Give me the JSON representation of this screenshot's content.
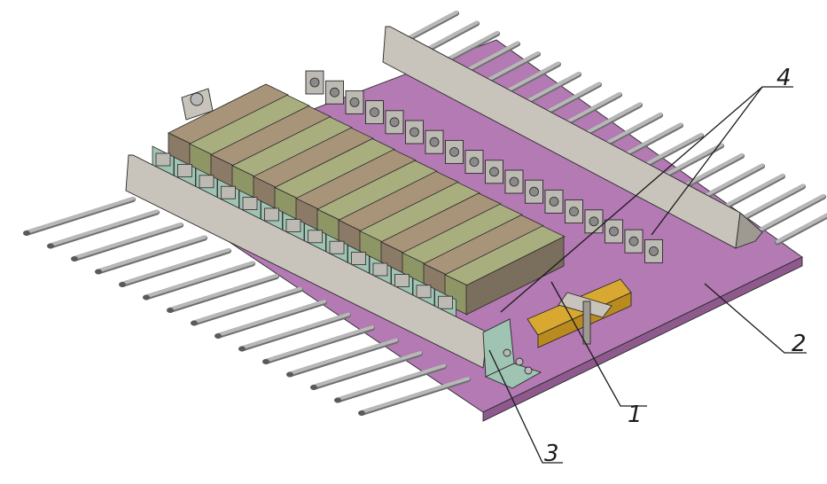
{
  "callouts": [
    {
      "id": "1",
      "label": "1"
    },
    {
      "id": "2",
      "label": "2"
    },
    {
      "id": "3",
      "label": "3"
    },
    {
      "id": "4",
      "label": "4"
    }
  ],
  "colors": {
    "base_plate": "#b37ab3",
    "base_plate_side": "#8e5a8e",
    "block_brown": "#8a7a66",
    "block_olive": "#8f9666",
    "block_top_brown": "#a89478",
    "block_top_olive": "#a8ae7e",
    "rail_gray": "#c8c4bc",
    "rail_dark": "#9e9a92",
    "rod_gray": "#b8b8b8",
    "clamp_teal": "#9fc4b4",
    "bar_yellow": "#d9a830",
    "line": "#1a1a1a"
  }
}
